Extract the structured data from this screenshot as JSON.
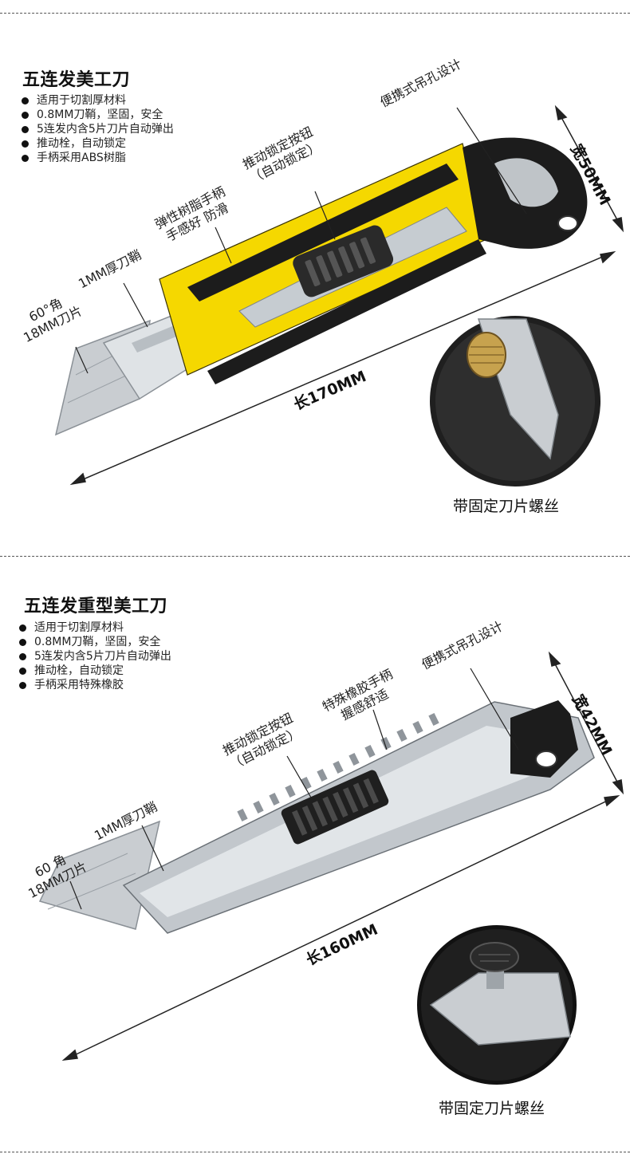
{
  "product1": {
    "title": "五连发美工刀",
    "features": [
      "适用于切割厚材料",
      "0.8MM刀鞘，坚固，安全",
      "5连发内含5片刀片自动弹出",
      "推动栓，自动锁定",
      "手柄采用ABS树脂"
    ],
    "annotations": {
      "hanging_hole": "便携式吊孔设计",
      "lock_button_line1": "推动锁定按钮",
      "lock_button_line2": "（自动锁定）",
      "handle_line1": "弹性树脂手柄",
      "handle_line2": "手感好 防滑",
      "sheath": "1MM厚刀鞘",
      "blade_line1": "60°角",
      "blade_line2": "18MM刀片"
    },
    "width_label": "宽50MM",
    "length_label": "长170MM",
    "detail_caption": "带固定刀片螺丝",
    "colors": {
      "body": "#f5d800",
      "grip": "#1c1c1c",
      "blade": "#c9cdd1"
    }
  },
  "product2": {
    "title": "五连发重型美工刀",
    "features": [
      "适用于切割厚材料",
      "0.8MM刀鞘，坚固，安全",
      "5连发内含5片刀片自动弹出",
      "推动栓，自动锁定",
      "手柄采用特殊橡胶"
    ],
    "annotations": {
      "hanging_hole": "便携式吊孔设计",
      "grip_line1": "特殊橡胶手柄",
      "grip_line2": "握感舒适",
      "lock_button_line1": "推动锁定按钮",
      "lock_button_line2": "（自动锁定）",
      "sheath": "1MM厚刀鞘",
      "blade_line1": "60 角",
      "blade_line2": "18MM刀片"
    },
    "width_label": "宽42MM",
    "length_label": "长160MM",
    "detail_caption": "带固定刀片螺丝",
    "colors": {
      "body": "#b9bec4",
      "grip": "#1c1c1c",
      "blade": "#c9cdd1"
    }
  }
}
